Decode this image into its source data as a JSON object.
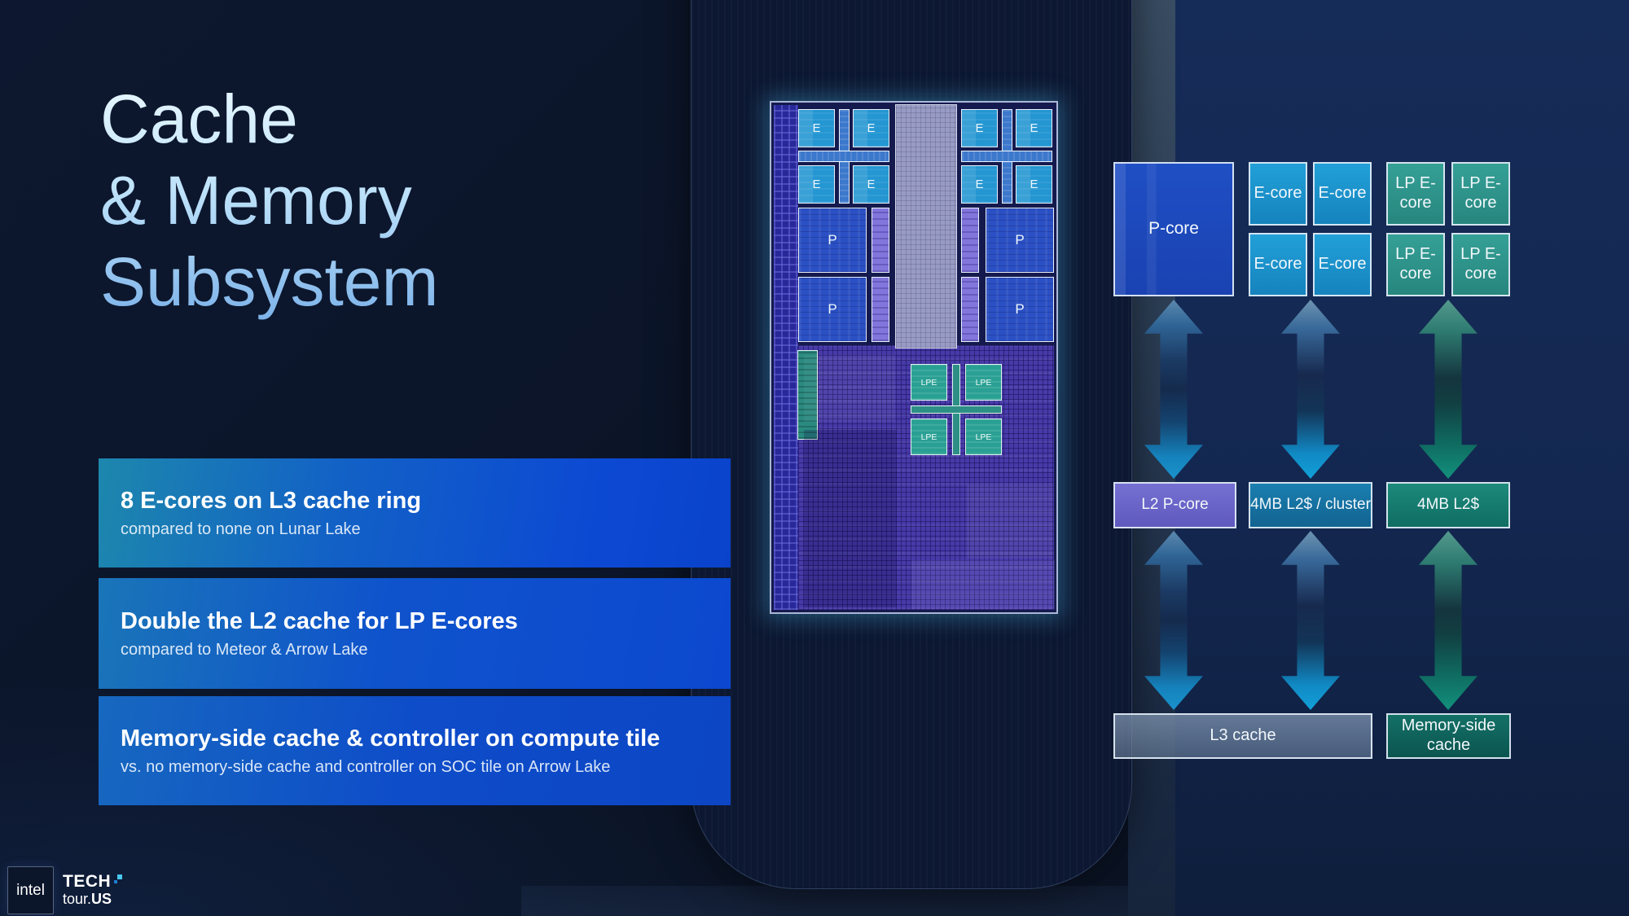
{
  "slide": {
    "title_lines": [
      "Cache",
      "& Memory",
      "Subsystem"
    ],
    "bullets": [
      {
        "heading": "8 E-cores on L3 cache ring",
        "sub": "compared to none on Lunar Lake"
      },
      {
        "heading": "Double the L2 cache for LP E-cores",
        "sub": "compared to Meteor & Arrow Lake"
      },
      {
        "heading": "Memory-side cache & controller on compute tile",
        "sub": "vs. no memory-side cache and controller on SOC tile on Arrow Lake"
      }
    ]
  },
  "die": {
    "e_labels": [
      "E",
      "E",
      "E",
      "E",
      "E",
      "E",
      "E",
      "E"
    ],
    "p_labels": [
      "P",
      "P",
      "P",
      "P"
    ],
    "lpe_labels": [
      "LPE",
      "LPE",
      "LPE",
      "LPE"
    ]
  },
  "diagram": {
    "p_core": "P-core",
    "e_cores": [
      "E-core",
      "E-core",
      "E-core",
      "E-core"
    ],
    "lp_e_cores": [
      "LP E-core",
      "LP E-core",
      "LP E-core",
      "LP E-core"
    ],
    "l2_p_core": "L2 P-core",
    "l2_cluster": "4MB L2$ / cluster",
    "l2_lp": "4MB L2$",
    "l3_cache": "L3 cache",
    "memory_side_cache": "Memory-side cache"
  },
  "footer": {
    "intel": "intel",
    "brand_top": "TECH",
    "brand_bottom_regular": "tour.",
    "brand_bottom_bold": "US"
  },
  "colors": {
    "background": "#0b1426",
    "title_gradient_top": "#e9f8ff",
    "title_gradient_bottom": "#7cb2e9",
    "bar_blue": "#0c49d3",
    "bar_teal_edge": "#1d87ad",
    "p_core_blue": "#1f4fc4",
    "e_core_blue": "#1b8fc9",
    "lp_e_core_teal": "#2e968c",
    "l2_p_purple": "#6a63cb",
    "l2_cluster_blue": "#13719f",
    "l2_lp_teal": "#117a6e",
    "l3_slate": "#5d7893",
    "memory_side_teal": "#0e5f5a",
    "die_glow_cyan": "#46d2ff"
  }
}
